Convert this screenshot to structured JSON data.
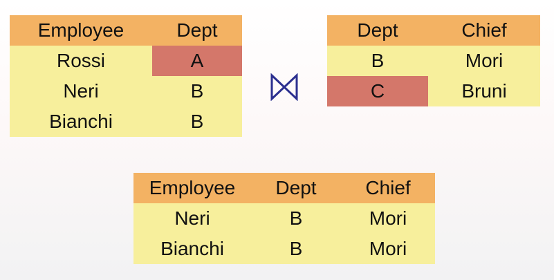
{
  "colors": {
    "header": "#f3b263",
    "cell": "#f7ef9c",
    "highlight": "#d4776a",
    "join_symbol": "#2b2f8f"
  },
  "join_symbol": {
    "icon": "natural-join-icon"
  },
  "employee_table": {
    "headers": [
      "Employee",
      "Dept"
    ],
    "rows": [
      [
        "Rossi",
        "A"
      ],
      [
        "Neri",
        "B"
      ],
      [
        "Bianchi",
        "B"
      ]
    ]
  },
  "dept_table": {
    "headers": [
      "Dept",
      "Chief"
    ],
    "rows": [
      [
        "B",
        "Mori"
      ],
      [
        "C",
        "Bruni"
      ]
    ]
  },
  "result_table": {
    "headers": [
      "Employee",
      "Dept",
      "Chief"
    ],
    "rows": [
      [
        "Neri",
        "B",
        "Mori"
      ],
      [
        "Bianchi",
        "B",
        "Mori"
      ]
    ]
  }
}
